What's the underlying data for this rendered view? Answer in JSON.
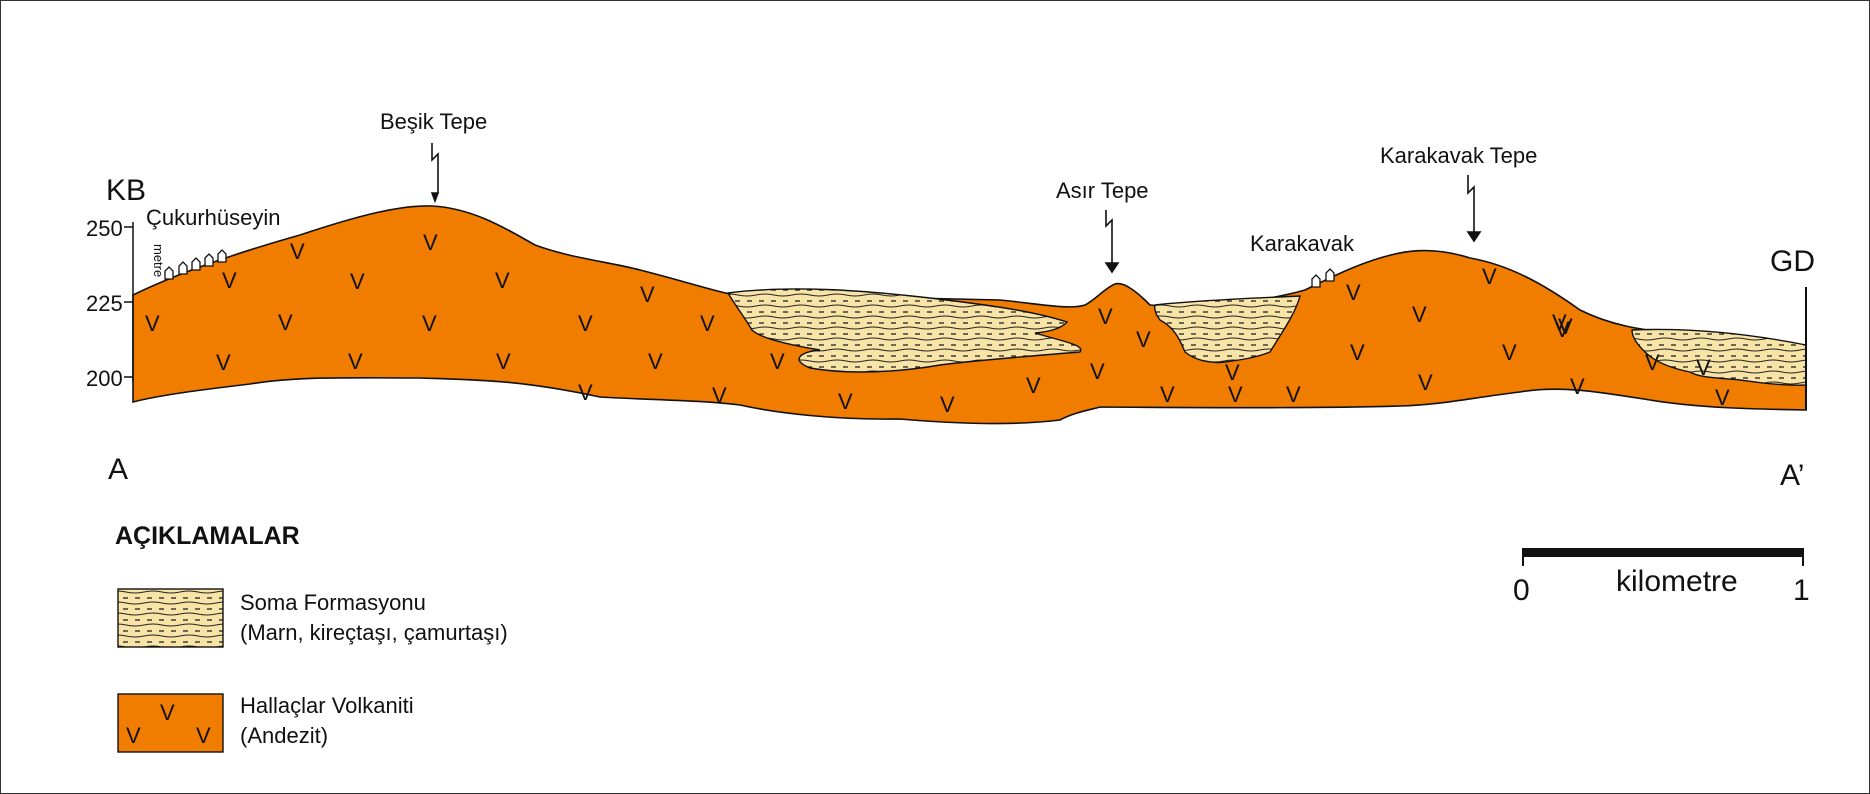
{
  "profile": {
    "direction_left": "KB",
    "direction_right": "GD",
    "end_left": "A",
    "end_right": "A’",
    "axis_unit": "metre",
    "axis_ticks": [
      "250",
      "225",
      "200"
    ]
  },
  "places": {
    "cukurhuseyin": "Çukurhüseyin",
    "besik": "Beşik Tepe",
    "asir": "Asır Tepe",
    "karakavak_village": "Karakavak",
    "karakavak_tepe": "Karakavak Tepe"
  },
  "legend": {
    "title": "AÇIKLAMALAR",
    "soma_name": "Soma Formasyonu",
    "soma_desc": "(Marn, kireçtaşı, çamurtaşı)",
    "hallaclar_name": "Hallaçlar Volkaniti",
    "hallaclar_desc": "(Andezit)"
  },
  "scale": {
    "start": "0",
    "end": "1",
    "unit": "kilometre"
  },
  "colors": {
    "volcanic": "#f07c00",
    "marl": "#f8e4a6",
    "outline": "#111111"
  }
}
